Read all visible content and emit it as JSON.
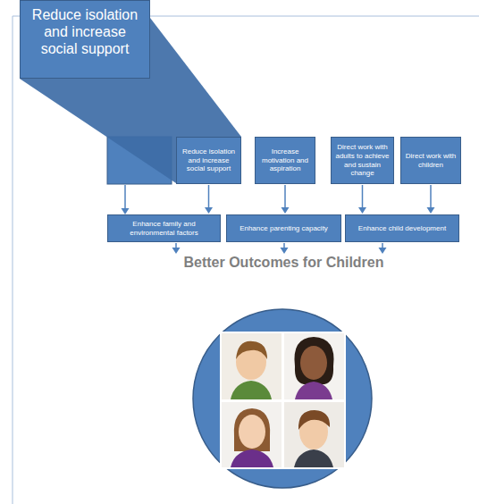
{
  "diagram": {
    "nodes": [
      {
        "text": [
          "Reduce isolation and increase social support"
        ]
      },
      {
        "text": [
          "Reduce isolation and increase social support"
        ]
      },
      {
        "text": [
          "Increase motivation and aspiration"
        ]
      },
      {
        "text": [
          "Direct work with adults to achieve and sustain change"
        ]
      },
      {
        "text": [
          "Direct work with children"
        ]
      },
      {
        "text": [
          "Enhance family and environmental factors"
        ]
      },
      {
        "text": [
          "Enhance parenting capacity"
        ]
      },
      {
        "text": [
          "Enhance child development"
        ]
      }
    ],
    "edges": [
      {
        "from": 1,
        "to": 5,
        "arrow": "to"
      },
      {
        "from": 2,
        "to": 6,
        "arrow": "to"
      },
      {
        "from": 3,
        "to": 7,
        "arrow": "to"
      },
      {
        "from": 4,
        "to": 7,
        "arrow": "to"
      }
    ],
    "labels": [
      "Better Outcomes for Children"
    ]
  }
}
